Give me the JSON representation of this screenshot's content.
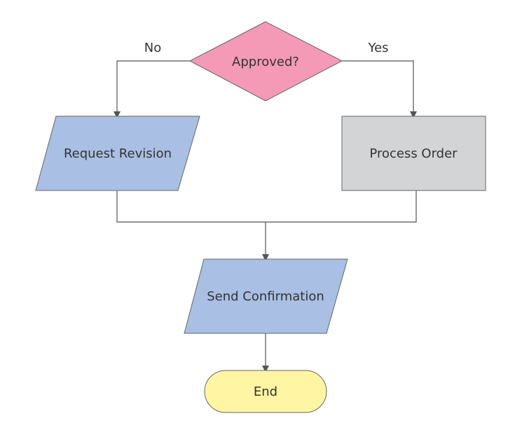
{
  "diagram": {
    "nodes": {
      "decision": {
        "label": "Approved?",
        "fill": "#f49ab6"
      },
      "request_revision": {
        "label": "Request Revision",
        "fill": "#a9bfe3"
      },
      "process_order": {
        "label": "Process Order",
        "fill": "#d3d4d6"
      },
      "send_confirmation": {
        "label": "Send Confirmation",
        "fill": "#a9bfe3"
      },
      "end": {
        "label": "End",
        "fill": "#fff5a3"
      }
    },
    "edges": {
      "no_label": "No",
      "yes_label": "Yes"
    },
    "colors": {
      "line": "#555555",
      "border": "#666666",
      "text": "#333333"
    }
  }
}
